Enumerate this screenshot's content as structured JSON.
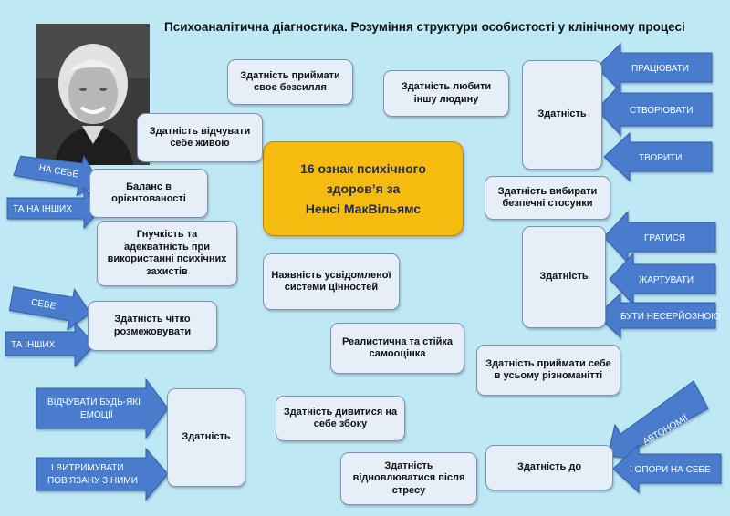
{
  "title": "Психоаналітична діагностика. Розуміння структури особистості у клінічному процесі",
  "center": {
    "line1": "16 ознак психічного",
    "line2": "здоров’я за",
    "line3": "Ненсі МакВільямс"
  },
  "boxes": {
    "powerless": "Здатність приймати своє безсилля",
    "love": "Здатність любити іншу людину",
    "feel_alive": "Здатність відчувати себе живою",
    "balance": "Баланс в орієнтованості",
    "flexibility": "Гнучкість та адекватність при використанні психічних захистів",
    "values": "Наявність усвідомленої системи цінностей",
    "boundaries": "Здатність чітко розмежовувати",
    "self_esteem": "Реалистична та стійка самооцінка",
    "look_aside": "Здатність дивитися на себе збоку",
    "recover": "Здатність відновлюватися після стресу",
    "safe_relations": "Здатність вибирати безпечні стосунки",
    "accept_self": "Здатність приймати себе в усьому різноманітті",
    "ability_work": "Здатність",
    "ability_play": "Здатність",
    "ability_feel": "Здатність",
    "ability_to": "Здатність до"
  },
  "arrows": {
    "on_self": "НА СЕБЕ",
    "on_others": "ТА НА ІНШИХ",
    "self": "СЕБЕ",
    "and_others": "ТА ІНШИХ",
    "feel_any": "ВІДЧУВАТИ БУДЬ-ЯКІ ЕМОЦІЇ",
    "endure": "І ВИТРИМУВАТИ ПОВ’ЯЗАНУ З НИМИ",
    "work": "ПРАЦЮВАТИ",
    "create": "СТВОРЮВАТИ",
    "make": "ТВОРИТИ",
    "play": "ГРАТИСЯ",
    "joke": "ЖАРТУВАТИ",
    "frivolous": "БУТИ НЕСЕРЙОЗНОЮ",
    "autonomy": "АВТОНОМІЇ",
    "support": "І ОПОРИ НА СЕБЕ"
  },
  "colors": {
    "background": "#bfe8f5",
    "box": "#e6eff8",
    "center": "#f5bb0f",
    "arrow": "#4a7ccc"
  }
}
